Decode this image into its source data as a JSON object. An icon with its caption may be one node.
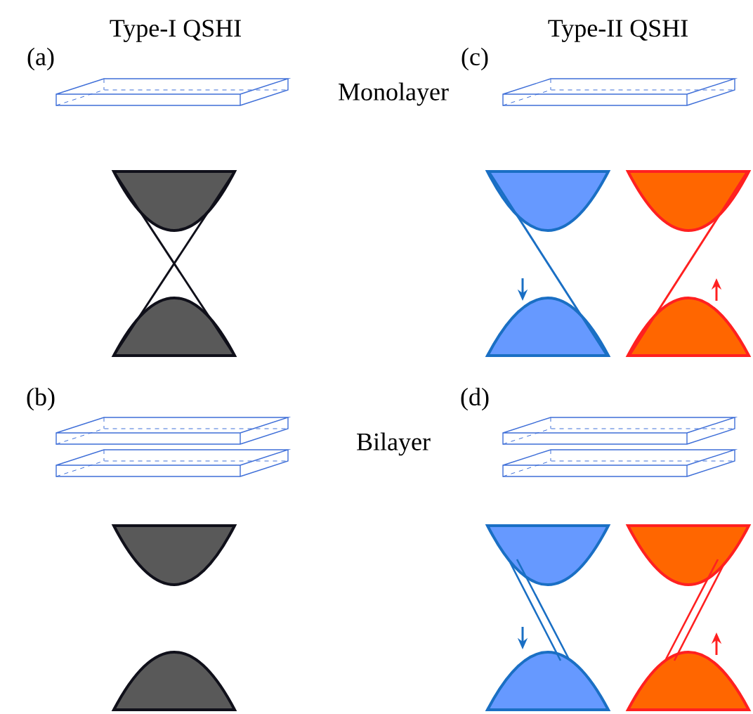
{
  "diagram": {
    "labels": [
      "Type-I QSHI",
      "Type-II QSHI",
      "(a)",
      "(c)",
      "Monolayer",
      "(b)",
      "(d)",
      "Bilayer"
    ]
  }
}
